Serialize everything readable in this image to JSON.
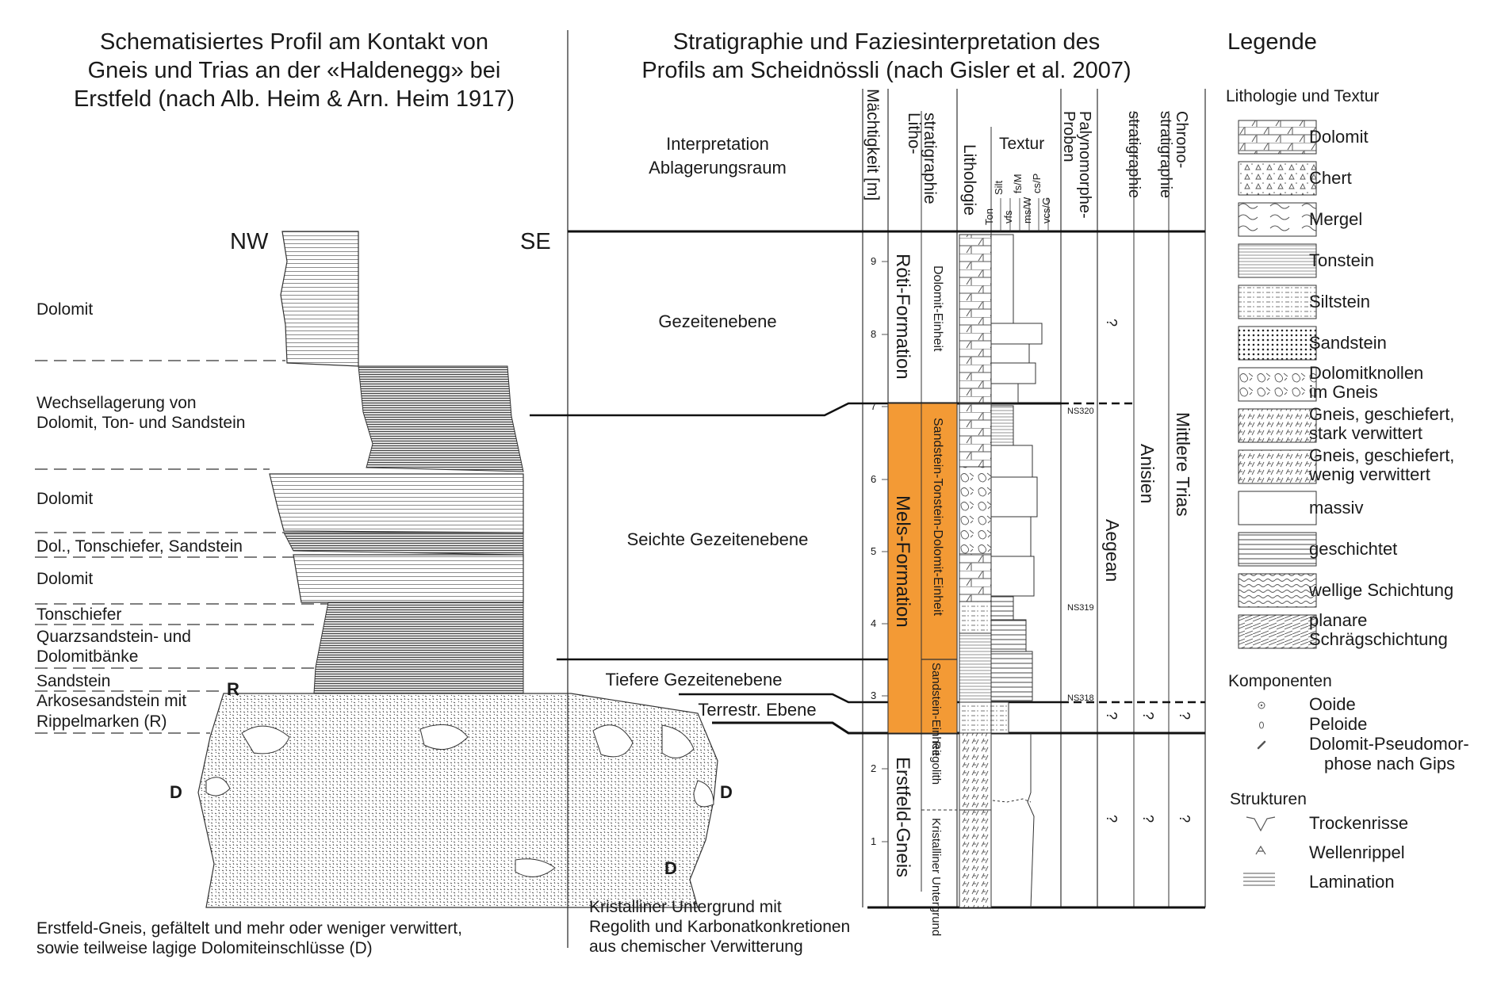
{
  "left_panel": {
    "title_lines": [
      "Schematisiertes Profil am Kontakt von",
      "Gneis und Trias an der «Haldenegg» bei",
      "Erstfeld (nach Alb. Heim & Arn. Heim 1917)"
    ],
    "orientation_left": "NW",
    "orientation_right": "SE",
    "layers": [
      {
        "lines": [
          "Dolomit"
        ]
      },
      {
        "lines": [
          "Wechsellagerung von",
          "Dolomit, Ton- und Sandstein"
        ]
      },
      {
        "lines": [
          "Dolomit"
        ]
      },
      {
        "lines": [
          "Dol., Tonschiefer, Sandstein"
        ]
      },
      {
        "lines": [
          "Dolomit"
        ]
      },
      {
        "lines": [
          "Tonschiefer"
        ]
      },
      {
        "lines": [
          "Quarzsandstein- und",
          "Dolomitbänke"
        ]
      },
      {
        "lines": [
          "Sandstein"
        ]
      },
      {
        "lines": [
          "Arkosesandstein mit",
          "Rippelmarken (R)"
        ]
      }
    ],
    "marker_r": "R",
    "marker_d": "D",
    "caption_lines": [
      "Erstfeld-Gneis, gefältelt und mehr oder weniger verwittert,",
      "sowie teilweise lagige Dolomiteinschlüsse (D)"
    ]
  },
  "middle_panel": {
    "title_lines": [
      "Stratigraphie und Faziesinterpretation des",
      "Profils am Scheidnössli (nach Gisler et al. 2007)"
    ],
    "headers": {
      "interpretation": [
        "Interpretation",
        "Ablagerungsraum"
      ],
      "thickness": "Mächtigkeit [m]",
      "lithostratigraphy": [
        "Litho-",
        "stratigraphie"
      ],
      "lithology": "Lithologie",
      "texture": "Textur",
      "texture_classes": [
        "Ton",
        "Silt",
        "vfs",
        "fs/M",
        "ms/W",
        "cs/P",
        "vcs/G"
      ],
      "palynomorph": [
        "Palynomorphe-",
        "Proben"
      ],
      "stratigraphy": [
        "stratigraphie"
      ],
      "chronostratigraphy": [
        "Chrono-",
        "stratigraphie"
      ]
    },
    "depth_ticks": [
      "1",
      "2",
      "3",
      "4",
      "5",
      "6",
      "7",
      "8",
      "9"
    ],
    "interpretations": [
      "Gezeitenebene",
      "Seichte Gezeitenebene",
      "Tiefere Gezeitenebene",
      "Terrestr. Ebene"
    ],
    "formations": [
      "Röti-Formation",
      "Mels-Formation",
      "Erstfeld-Gneis"
    ],
    "units": [
      "Dolomit-Einheit",
      "Sandstein-Tonstein-Dolomit-Einheit",
      "Sandstein-Einheit",
      "Regolith",
      "Kristalliner Untergrund"
    ],
    "samples": [
      "NS320",
      "NS319",
      "NS318"
    ],
    "stages": [
      "Aegean",
      "Anisien",
      "Mittlere Trias"
    ],
    "unknown": "?",
    "caption_lines": [
      "Kristalliner Untergrund mit",
      "Regolith und Karbonatkonkretionen",
      "aus chemischer Verwitterung"
    ],
    "highlight_color": "#F39A35"
  },
  "legend": {
    "title": "Legende",
    "section_lithology": "Lithologie und Textur",
    "lithology_items": [
      {
        "lines": [
          "Dolomit"
        ],
        "icon": "dolomite-pattern-icon"
      },
      {
        "lines": [
          "Chert"
        ],
        "icon": "chert-pattern-icon"
      },
      {
        "lines": [
          "Mergel"
        ],
        "icon": "marl-pattern-icon"
      },
      {
        "lines": [
          "Tonstein"
        ],
        "icon": "claystone-pattern-icon"
      },
      {
        "lines": [
          "Siltstein"
        ],
        "icon": "siltstone-pattern-icon"
      },
      {
        "lines": [
          "Sandstein"
        ],
        "icon": "sandstone-pattern-icon"
      },
      {
        "lines": [
          "Dolomitknollen",
          "im Gneis"
        ],
        "icon": "dolomite-nodules-pattern-icon"
      },
      {
        "lines": [
          "Gneis, geschiefert,",
          "stark verwittert"
        ],
        "icon": "gneiss-strong-pattern-icon"
      },
      {
        "lines": [
          "Gneis, geschiefert,",
          "wenig verwittert"
        ],
        "icon": "gneiss-weak-pattern-icon"
      },
      {
        "lines": [
          "massiv"
        ],
        "icon": "massive-pattern-icon"
      },
      {
        "lines": [
          "geschichtet"
        ],
        "icon": "bedded-pattern-icon"
      },
      {
        "lines": [
          "wellige Schichtung"
        ],
        "icon": "wavy-bedding-pattern-icon"
      },
      {
        "lines": [
          "planare",
          "Schrägschichtung"
        ],
        "icon": "cross-bedding-pattern-icon"
      }
    ],
    "section_components": "Komponenten",
    "component_items": [
      {
        "lines": [
          "Ooide"
        ],
        "icon": "ooid-icon"
      },
      {
        "lines": [
          "Peloide"
        ],
        "icon": "peloid-icon"
      },
      {
        "lines": [
          "Dolomit-Pseudomor-",
          "phose nach Gips"
        ],
        "icon": "pseudomorph-icon"
      }
    ],
    "section_structures": "Strukturen",
    "structure_items": [
      {
        "lines": [
          "Trockenrisse"
        ],
        "icon": "desiccation-crack-icon"
      },
      {
        "lines": [
          "Wellenrippel"
        ],
        "icon": "wave-ripple-icon"
      },
      {
        "lines": [
          "Lamination"
        ],
        "icon": "lamination-icon"
      }
    ]
  }
}
